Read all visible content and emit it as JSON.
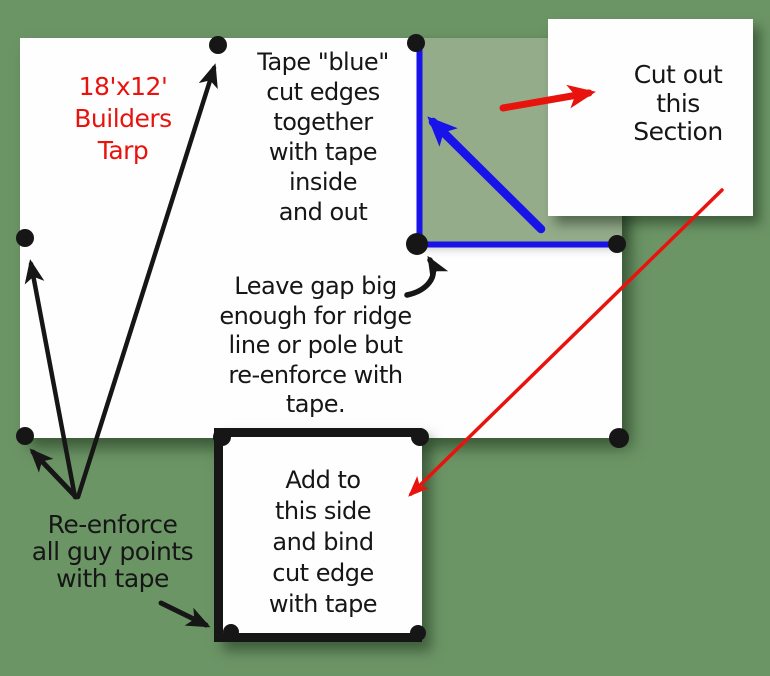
{
  "diagram_title": "Builders tarp cutting and taping instructions",
  "colors": {
    "background": "#6c9566",
    "cutout_section_fill": "#95ac8b",
    "ink": "#161616",
    "accent_red": "#e9130e",
    "accent_blue": "#1813e9",
    "paper": "#fefefe"
  },
  "tarp": {
    "label": "18'x12'\nBuilders\nTarp"
  },
  "notes": {
    "tape_note": "Tape \"blue\"\ncut edges\ntogether\nwith tape\ninside\nand out",
    "gap_note": "Leave gap big\nenough for ridge\nline or pole but\nre-enforce with\ntape.",
    "cutout_note": "Cut out\nthis\nSection",
    "add_note": "Add to\nthis side\nand bind\ncut edge\nwith tape",
    "guy_note": "Re-enforce\nall guy points\nwith tape"
  },
  "icons": [
    {
      "name": "guy-point-dot",
      "meaning": "reinforced guy point on tarp"
    },
    {
      "name": "blue-cut-line",
      "meaning": "blue cut edge to be taped"
    },
    {
      "name": "black-arrow",
      "meaning": "pointer to guy points / gap corner"
    },
    {
      "name": "red-arrow",
      "meaning": "pointer to cut-out section and added side"
    },
    {
      "name": "blue-arrow",
      "meaning": "pointer to blue cut edges"
    }
  ]
}
